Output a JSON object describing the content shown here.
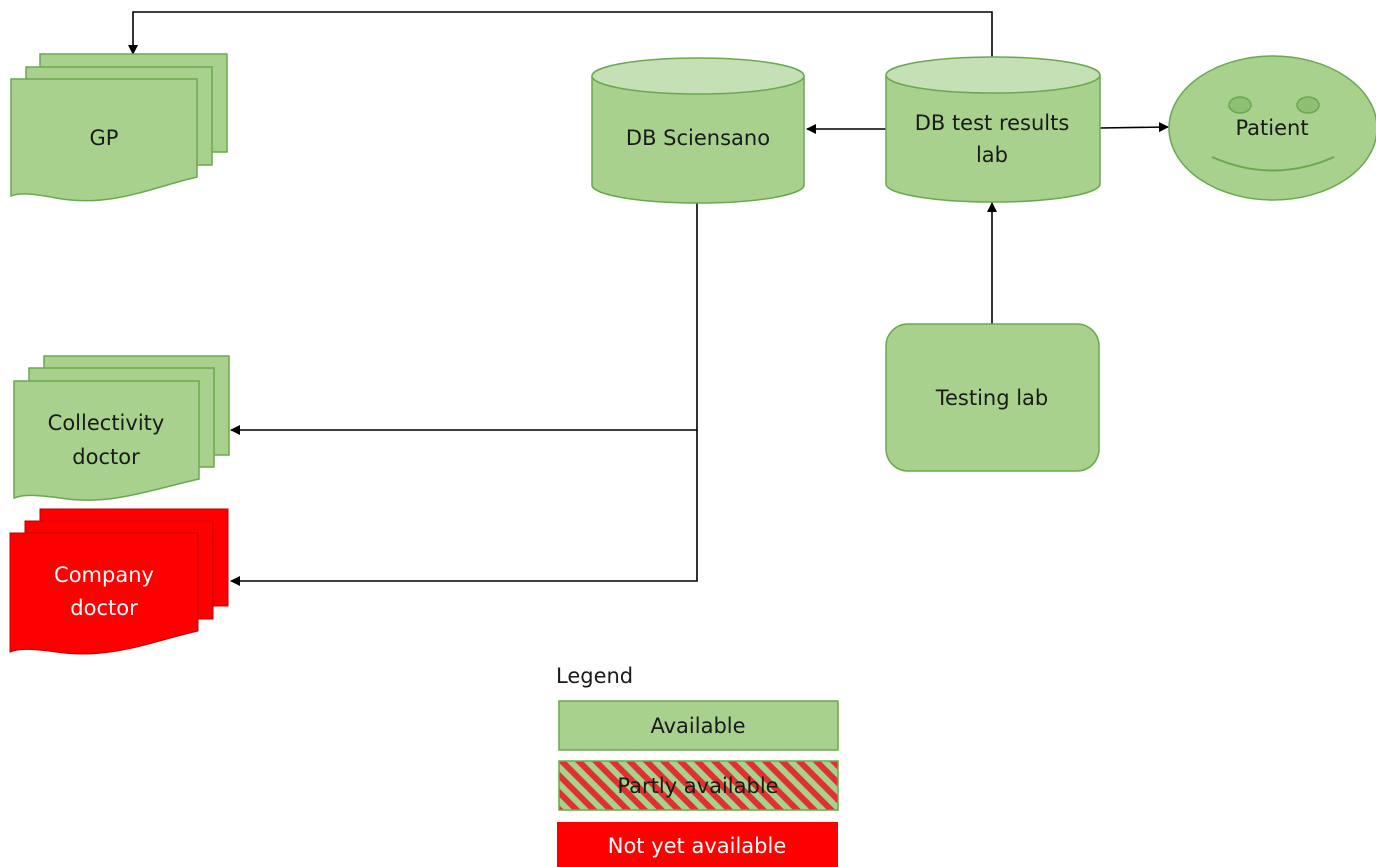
{
  "colors": {
    "available_fill": "#a9d18e",
    "available_stroke": "#6aa84f",
    "cylinder_top": "#c5e0b4",
    "not_available_fill": "#ff0000",
    "stripe_red": "#e03030"
  },
  "nodes": {
    "gp": {
      "label": "GP",
      "status": "available",
      "shape": "multi-document"
    },
    "db_sciensano": {
      "label": "DB Sciensano",
      "status": "available",
      "shape": "database"
    },
    "db_test_results": {
      "line1": "DB test results",
      "line2": "lab",
      "status": "available",
      "shape": "database"
    },
    "patient": {
      "label": "Patient",
      "status": "available",
      "shape": "smiley"
    },
    "testing_lab": {
      "label": "Testing lab",
      "status": "available",
      "shape": "rounded-rect"
    },
    "collectivity_doctor": {
      "line1": "Collectivity",
      "line2": "doctor",
      "status": "available",
      "shape": "multi-document"
    },
    "company_doctor": {
      "line1": "Company",
      "line2": "doctor",
      "status": "not_available",
      "shape": "multi-document"
    }
  },
  "edges": [
    {
      "from": "testing_lab",
      "to": "db_test_results"
    },
    {
      "from": "db_test_results",
      "to": "db_sciensano"
    },
    {
      "from": "db_test_results",
      "to": "patient"
    },
    {
      "from": "db_test_results",
      "to": "gp"
    },
    {
      "from": "db_sciensano",
      "to": "collectivity_doctor"
    },
    {
      "from": "db_sciensano",
      "to": "company_doctor"
    }
  ],
  "legend": {
    "title": "Legend",
    "items": [
      {
        "label": "Available",
        "status": "available"
      },
      {
        "label": "Partly available",
        "status": "partly_available"
      },
      {
        "label": "Not yet available",
        "status": "not_available"
      }
    ]
  }
}
